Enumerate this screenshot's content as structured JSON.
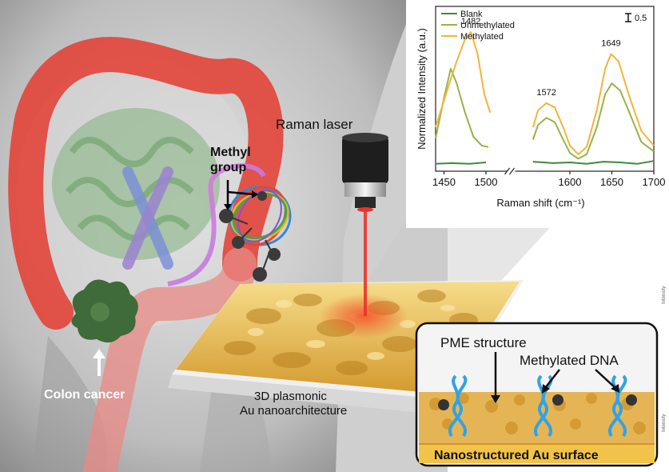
{
  "labels": {
    "methyl_group_line1": "Methyl",
    "methyl_group_line2": "group",
    "raman_laser": "Raman laser",
    "colon_cancer": "Colon cancer",
    "plasmonic_line1": "3D plasmonic",
    "plasmonic_line2": "Au nanoarchitecture"
  },
  "inset": {
    "pme_structure": "PME structure",
    "methylated_dna": "Methylated DNA",
    "surface": "Nanostructured Au surface",
    "side_intensity_top": "Intensity",
    "side_intensity_bottom": "Intensity"
  },
  "colors": {
    "colon": "#e2463d",
    "laser": "#e8352c",
    "gold": "#e3b24a",
    "blank_series": "#3f8a3a",
    "unmethylated_series": "#9ab24a",
    "methylated_series": "#f2b53a"
  },
  "chart_data": {
    "type": "line",
    "xlabel": "Raman shift (cm⁻¹)",
    "ylabel": "Normalized Intensity (a.u.)",
    "xlim": [
      1440,
      1700
    ],
    "x_break": [
      1505,
      1555
    ],
    "xticks": [
      1450,
      1500,
      1600,
      1650,
      1700
    ],
    "scale_bar_label": "0.5",
    "scale_bar_value": 0.5,
    "peak_annotations": [
      {
        "label": "1482",
        "x": 1482
      },
      {
        "label": "1572",
        "x": 1572
      },
      {
        "label": "1649",
        "x": 1649
      }
    ],
    "series": [
      {
        "name": "Blank",
        "x": [
          1440,
          1460,
          1480,
          1500,
          1556,
          1580,
          1600,
          1620,
          1640,
          1660,
          1680,
          1700
        ],
        "y": [
          0.05,
          0.06,
          0.05,
          0.07,
          0.08,
          0.06,
          0.07,
          0.05,
          0.08,
          0.07,
          0.05,
          0.09
        ]
      },
      {
        "name": "Unmethylated",
        "x": [
          1440,
          1450,
          1458,
          1465,
          1475,
          1485,
          1495,
          1503,
          1556,
          1562,
          1572,
          1582,
          1592,
          1600,
          1610,
          1620,
          1632,
          1642,
          1650,
          1660,
          1672,
          1685,
          1700
        ],
        "y": [
          0.4,
          0.95,
          1.35,
          1.15,
          0.75,
          0.42,
          0.3,
          0.28,
          0.38,
          0.58,
          0.68,
          0.62,
          0.38,
          0.2,
          0.12,
          0.18,
          0.55,
          1.0,
          1.15,
          1.05,
          0.72,
          0.35,
          0.22
        ]
      },
      {
        "name": "Methylated",
        "x": [
          1440,
          1455,
          1465,
          1475,
          1482,
          1490,
          1498,
          1505,
          1556,
          1562,
          1572,
          1582,
          1592,
          1600,
          1610,
          1620,
          1632,
          1642,
          1649,
          1658,
          1670,
          1685,
          1700
        ],
        "y": [
          0.55,
          1.1,
          1.45,
          1.75,
          1.85,
          1.55,
          1.0,
          0.75,
          0.55,
          0.78,
          0.88,
          0.82,
          0.55,
          0.3,
          0.18,
          0.28,
          0.78,
          1.35,
          1.55,
          1.45,
          1.0,
          0.5,
          0.3
        ]
      }
    ]
  }
}
